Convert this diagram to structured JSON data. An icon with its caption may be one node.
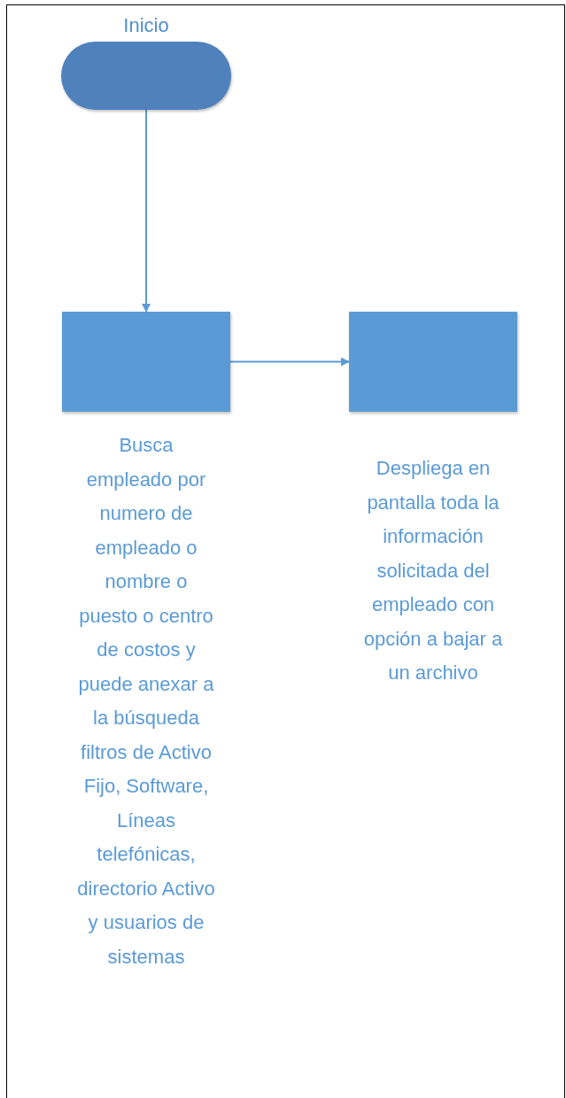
{
  "diagram": {
    "nodes": [
      {
        "text": [
          "Inicio"
        ]
      },
      {
        "text": [],
        "shape": "box",
        "beside": [
          "Busca empleado por numero de empleado o nombre o puesto o centro de costos y puede anexar a la búsqueda filtros de Activo Fijo, Software, Líneas telefónicas, directorio Activo y usuarios de sistemas"
        ]
      },
      {
        "text": [],
        "shape": "box",
        "beside": [
          "Despliega en pantalla toda la información solicitada del empleado con opción a bajar a un archivo"
        ]
      }
    ],
    "edges": [
      {
        "from": 0,
        "to": 1,
        "arrow": "to"
      },
      {
        "from": 1,
        "to": 2,
        "arrow": "to"
      }
    ]
  }
}
